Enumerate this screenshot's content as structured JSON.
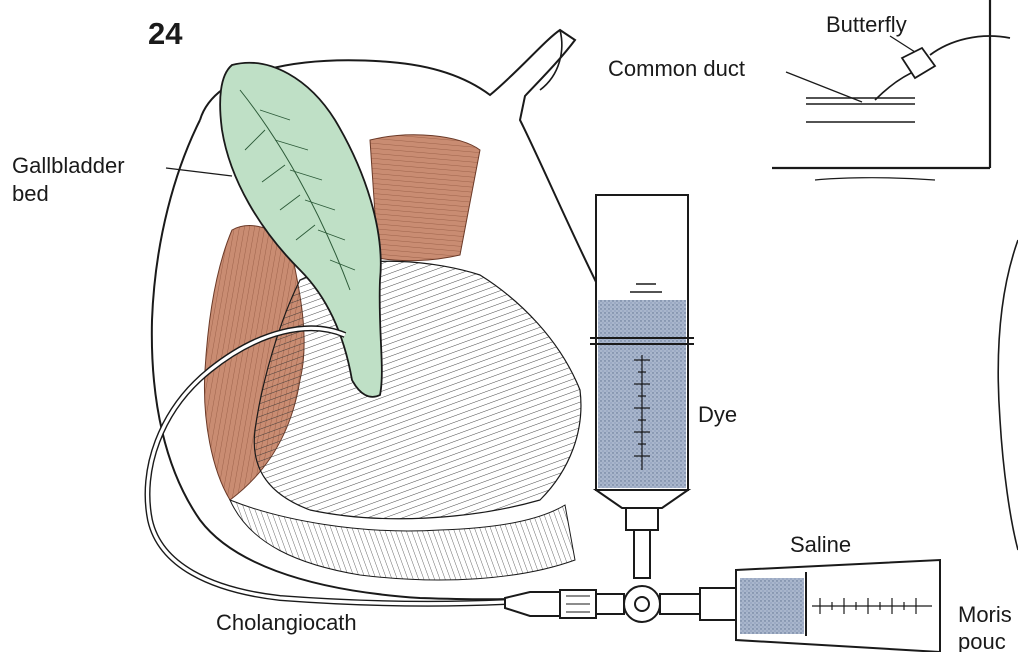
{
  "figure": {
    "number": "24",
    "labels": {
      "gallbladder_bed_line1": "Gallbladder",
      "gallbladder_bed_line2": "bed",
      "butterfly": "Butterfly",
      "common_duct": "Common duct",
      "dye": "Dye",
      "saline": "Saline",
      "cholangiocath": "Cholangiocath",
      "morison_line1": "Moris",
      "morison_line2": "pouc"
    }
  },
  "colors": {
    "gallbladder": "#bfe0c6",
    "muscle": "#c98c72",
    "dye_fill": "#a9b6cc",
    "saline_fill": "#b7c2d6",
    "ink": "#1a1a1a"
  }
}
